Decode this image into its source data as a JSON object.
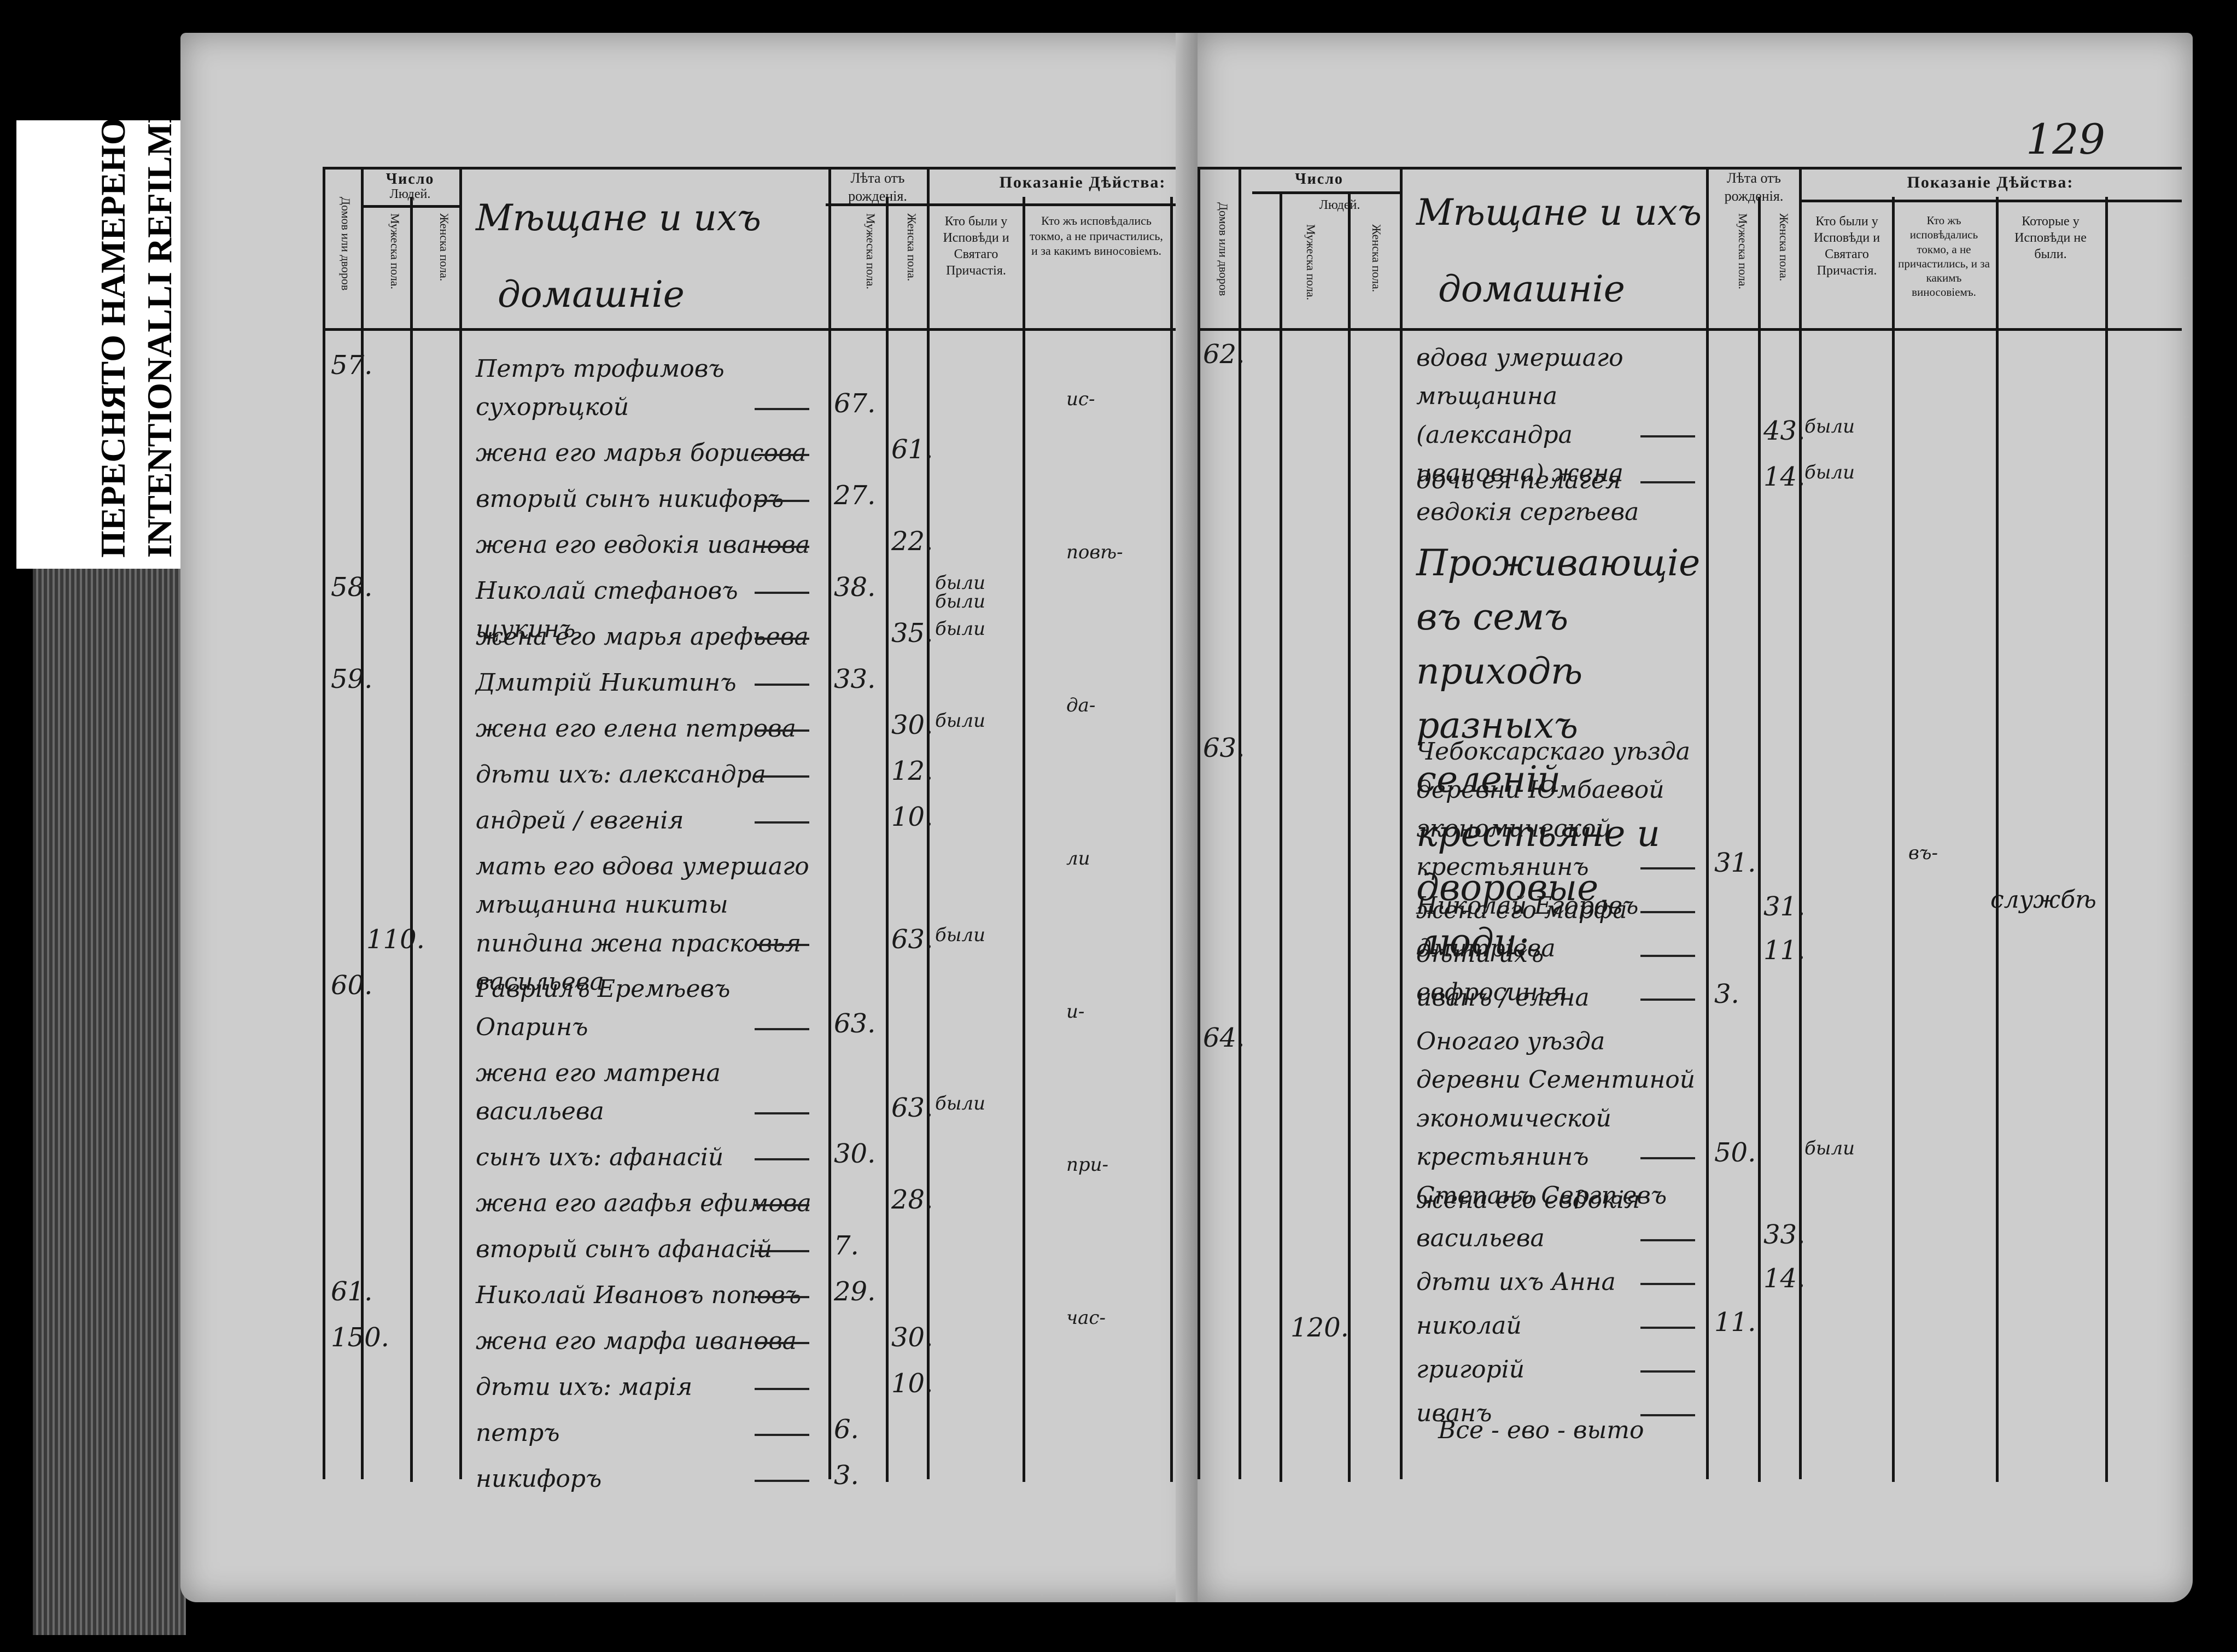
{
  "stamp": {
    "line_ru": "ПЕРЕСНЯТО НАМЕРЕНО",
    "line_en": "INTENTIONALLI REFILMED"
  },
  "page_number": "129",
  "header": {
    "chislo": "Число",
    "lyudey": "Людей.",
    "domov": "Домов или дворов",
    "muzh": "Мужеска пола.",
    "zhen": "Женска пола.",
    "leta": "Лѣта отъ рожденія.",
    "pokazanie": "Показаніе Дѣйства:",
    "col_bylі": "Кто были у Исповѣди и Святаго Причастія.",
    "col_ispovedalis": "Кто жъ исповѣдались токмо, а не причастились, и за какимъ виносовіемъ.",
    "col_ne_byli": "Которые у Исповѣди не были."
  },
  "left": {
    "title1": "Мѣщане и ихъ",
    "title2": "домашніе",
    "rows": [
      {
        "n": "57.",
        "name": "Петръ трофимовъ сухорѣцкой",
        "m": "67.",
        "f": "",
        "act": ""
      },
      {
        "n": "",
        "name": "жена его марья борисова",
        "m": "",
        "f": "61.",
        "act": ""
      },
      {
        "n": "",
        "name": "вторый сынъ никифоръ",
        "m": "27.",
        "f": "",
        "act": ""
      },
      {
        "n": "",
        "name": "жена его евдокія иванова",
        "m": "",
        "f": "22.",
        "act": ""
      },
      {
        "n": "58.",
        "name": "Николай стефановъ щукинъ",
        "m": "38.",
        "f": "",
        "act": "были"
      },
      {
        "n": "",
        "name": "жена его марья арефьева",
        "m": "",
        "f": "35.",
        "act": "были"
      },
      {
        "n": "59.",
        "name": "Дмитрій Никитинъ",
        "m": "33.",
        "f": "",
        "act": ""
      },
      {
        "n": "",
        "name": "жена его елена петрова",
        "m": "",
        "f": "30.",
        "act": "были"
      },
      {
        "n": "",
        "name": "дѣти ихъ: александра",
        "m": "",
        "f": "12.",
        "act": ""
      },
      {
        "n": "",
        "name": "андрей / евгенія",
        "m": "",
        "f": "10.",
        "act": ""
      },
      {
        "n": "",
        "name": "мать его вдова умершаго мѣщанина никиты пиндина жена прасковья васильева",
        "m": "",
        "f": "63.",
        "act": "были"
      },
      {
        "n": "60.",
        "name": "Гавріилъ Еремѣевъ Опаринъ",
        "m": "63.",
        "f": "",
        "act": ""
      },
      {
        "n": "",
        "name": "жена его матрена васильева",
        "m": "",
        "f": "63.",
        "act": "были"
      },
      {
        "n": "",
        "name": "сынъ ихъ: афанасій",
        "m": "30.",
        "f": "",
        "act": ""
      },
      {
        "n": "",
        "name": "жена его агафья ефимова",
        "m": "",
        "f": "28.",
        "act": ""
      },
      {
        "n": "",
        "name": "вторый сынъ афанасій",
        "m": "7.",
        "f": "",
        "act": ""
      },
      {
        "n": "61.",
        "name": "Николай Ивановъ поповъ",
        "m": "29.",
        "f": "",
        "act": ""
      },
      {
        "n": "150.",
        "name": "жена его марфа иванова",
        "m": "",
        "f": "30.",
        "act": ""
      },
      {
        "n": "",
        "name": "дѣти ихъ: марія",
        "m": "",
        "f": "10.",
        "act": ""
      },
      {
        "n": "",
        "name": "петръ",
        "m": "6.",
        "f": "",
        "act": ""
      },
      {
        "n": "",
        "name": "никифоръ",
        "m": "3.",
        "f": "",
        "act": ""
      }
    ],
    "col_count": "110.",
    "side_notes": [
      "ис-",
      "повѣ-",
      "да-",
      "ли",
      "и-",
      "при-",
      "час-"
    ],
    "side_note_top": "были"
  },
  "right": {
    "title1": "Мѣщане и ихъ",
    "title2": "домашніе",
    "rows": [
      {
        "n": "62.",
        "name": "вдова умершаго мѣщанина (александра ивановна) жена евдокія сергѣева",
        "m": "",
        "f": "43.",
        "act": "были"
      },
      {
        "n": "",
        "name": "дочь ея пелагея",
        "m": "",
        "f": "14.",
        "act": "были"
      }
    ],
    "section_title": "Проживающіе въ семъ приходѣ разныхъ селеній крестьяне и дворовые люди:",
    "rows2": [
      {
        "n": "63.",
        "name": "Чебоксарскаго уѣзда деревни Юмбаевой экономической крестьянинъ Николай Егоровъ",
        "m": "31.",
        "f": "",
        "act": ""
      },
      {
        "n": "",
        "name": "жена его марфа дмитріева",
        "m": "",
        "f": "31.",
        "act": ""
      },
      {
        "n": "",
        "name": "дѣти ихъ евфросинья",
        "m": "",
        "f": "11.",
        "act": ""
      },
      {
        "n": "",
        "name": "иванъ / елена",
        "m": "3.",
        "f": "",
        "act": ""
      },
      {
        "n": "64.",
        "name": "Оногаго уѣзда деревни Сементиной экономической крестьянинъ Степанъ Сергѣевъ",
        "m": "50.",
        "f": "",
        "act": "были"
      },
      {
        "n": "",
        "name": "жена его евдокія васильева",
        "m": "",
        "f": "33.",
        "act": ""
      },
      {
        "n": "",
        "name": "дѣти ихъ Анна",
        "m": "",
        "f": "14.",
        "act": ""
      },
      {
        "n": "",
        "name": "николай",
        "m": "11.",
        "f": "",
        "act": ""
      },
      {
        "n": "",
        "name": "григорій",
        "m": "",
        "f": "",
        "act": ""
      },
      {
        "n": "",
        "name": "иванъ",
        "m": "",
        "f": "",
        "act": ""
      }
    ],
    "col_count": "120.",
    "footer": "Все - ево - выто",
    "side_note_mid": "въ-",
    "side_note_right": "службѣ"
  }
}
